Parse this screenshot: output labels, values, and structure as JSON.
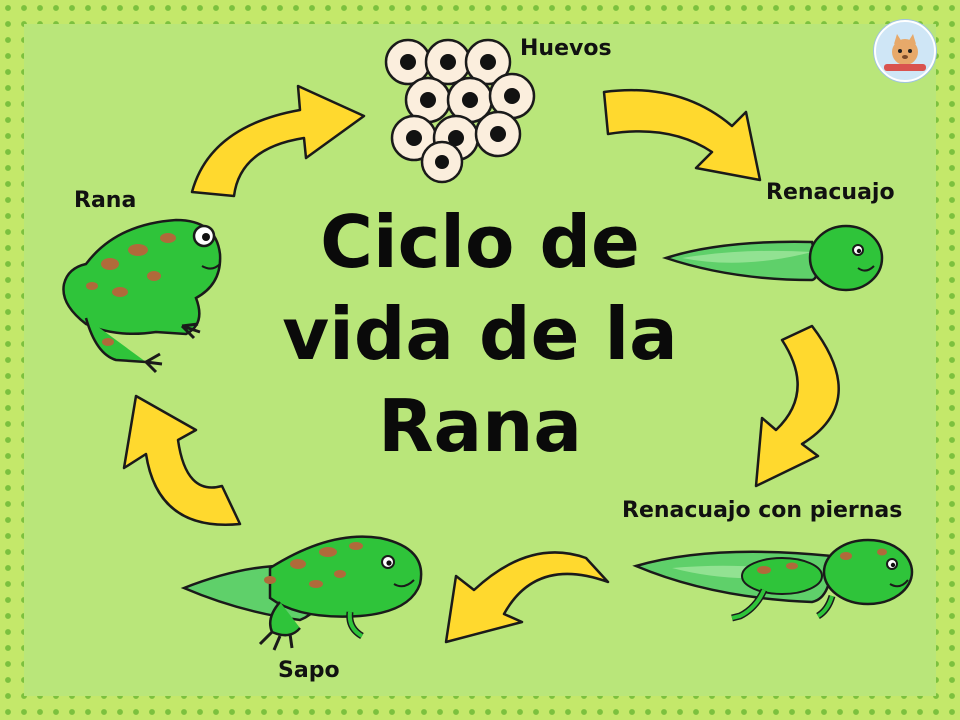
{
  "title": {
    "line1": "Ciclo de",
    "line2": "vida de la",
    "line3": "Rana"
  },
  "stages": {
    "eggs": "Huevos",
    "tadpole": "Renacuajo",
    "tadpole_legs": "Renacuajo con piernas",
    "toad": "Sapo",
    "frog": "Rana"
  },
  "icons": {
    "badge": "logo-badge-icon",
    "arrow": "arrow-icon"
  },
  "colors": {
    "background": "#c4e86a",
    "dots": "#7cc13e",
    "frog_green": "#2fc43a",
    "frog_spots": "#b06a3a",
    "arrow_yellow": "#ffd92e"
  }
}
